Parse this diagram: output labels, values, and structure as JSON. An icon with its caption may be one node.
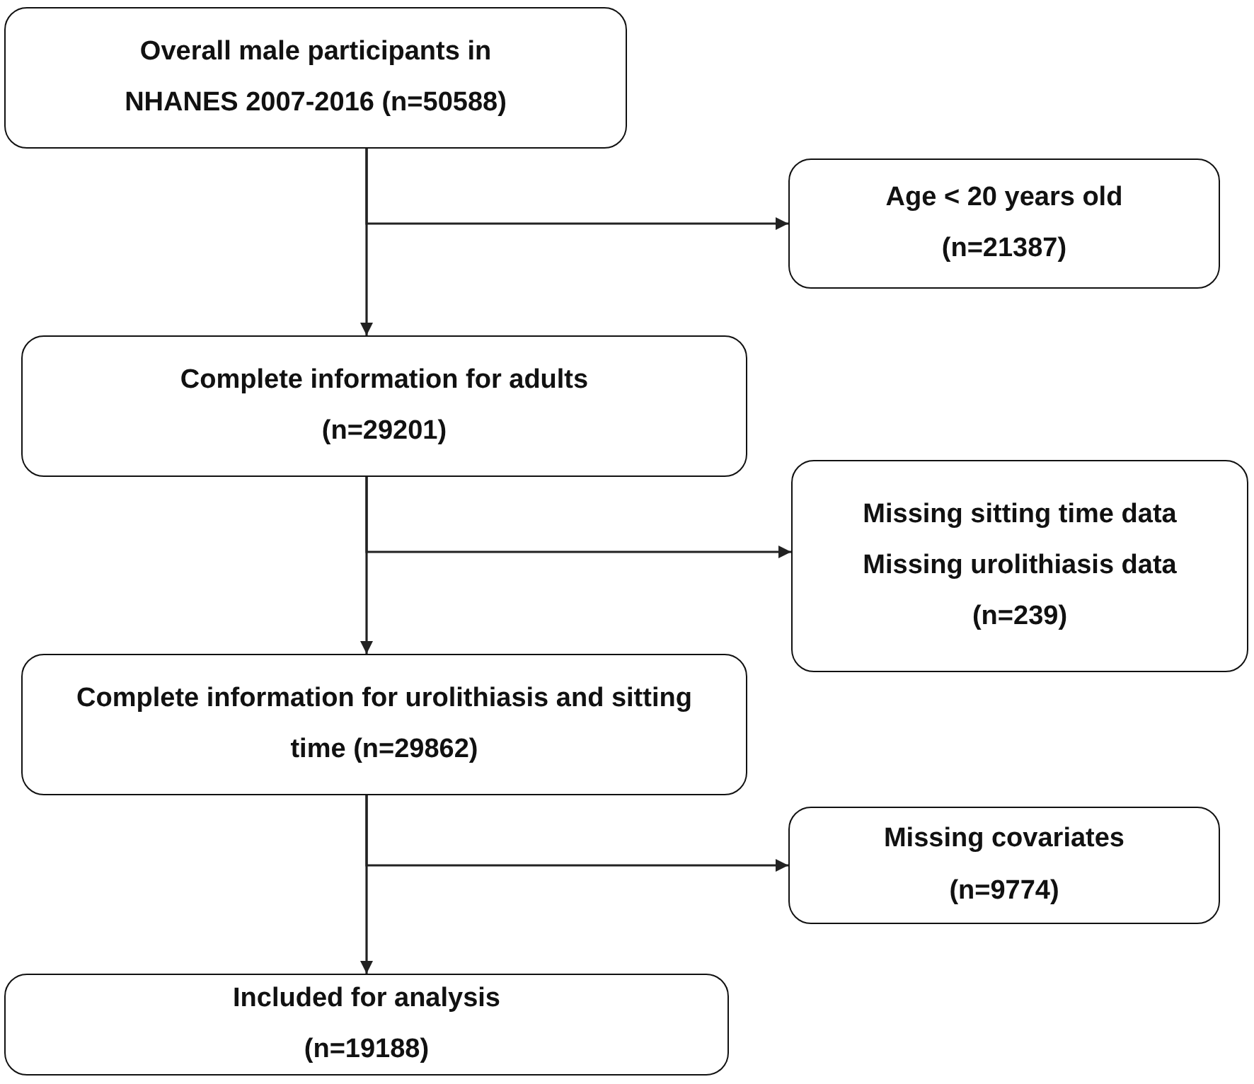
{
  "diagram": {
    "nodes": [
      {
        "text": [
          "Overall male participants in NHANES 2007-2016 (n=50588)"
        ]
      },
      {
        "text": [
          "Age < 20 years old",
          "(n=21387)"
        ]
      },
      {
        "text": [
          "Complete information for adults",
          "(n=29201)"
        ]
      },
      {
        "text": [
          "Missing sitting time data",
          "Missing urolithiasis data",
          "(n=239)"
        ]
      },
      {
        "text": [
          "Complete information for urolithiasis and sitting time (n=29862)"
        ]
      },
      {
        "text": [
          "Missing covariates",
          "(n=9774)"
        ]
      },
      {
        "text": [
          "Included for analysis",
          "(n=19188)"
        ]
      }
    ],
    "edges": [
      {
        "from": 0,
        "to": 2,
        "arrow": "to"
      },
      {
        "from": 0,
        "to": 1,
        "arrow": "to"
      },
      {
        "from": 2,
        "to": 4,
        "arrow": "to"
      },
      {
        "from": 2,
        "to": 3,
        "arrow": "to"
      },
      {
        "from": 4,
        "to": 6,
        "arrow": "to"
      },
      {
        "from": 4,
        "to": 5,
        "arrow": "to"
      }
    ]
  }
}
